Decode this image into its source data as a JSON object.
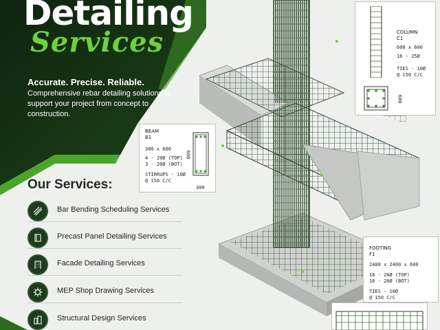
{
  "hero": {
    "title": "Detailing",
    "script_title": "Services",
    "tagline": "Accurate. Precise. Reliable.",
    "description": "Comprehensive rebar detailing solutions to support your project from concept to construction."
  },
  "services": {
    "heading": "Our Services:",
    "items": [
      {
        "label": "Bar Bending Scheduling Services",
        "icon": "rebar-bars-icon"
      },
      {
        "label": "Precast Panel Detailing Services",
        "icon": "precast-panel-icon"
      },
      {
        "label": "Facade Detailing Services",
        "icon": "building-facade-icon"
      },
      {
        "label": "MEP Shop Drawing Services",
        "icon": "gear-icon"
      },
      {
        "label": "Structural Design Services",
        "icon": "structure-icon"
      }
    ]
  },
  "column_card": {
    "title": "COLUMN",
    "id": "C1",
    "size": "600 x 600",
    "bars": "16 - 25Ø",
    "ties": "TIES - 10Ø",
    "spacing": "@ 150 C/C",
    "dim": "600"
  },
  "beam_card": {
    "title": "BEAM",
    "id": "B1",
    "size": "300 x 600",
    "top": "4 - 20Ø (TOP)",
    "bot": "3 - 20Ø (BOT)",
    "stirrups": "STIRRUPS - 10Ø",
    "spacing": "@ 150 C/C",
    "dim_h": "600",
    "dim_w": "300"
  },
  "footing_card": {
    "title": "FOOTING",
    "id": "F1",
    "size": "2400 x 2400 x 600",
    "top": "16 - 20Ø (TOP)",
    "bot": "16 - 20Ø (BOT)",
    "ties": "TIES - 10Ø",
    "spacing": "@ 150 C/C"
  },
  "colors": {
    "dark_green": "#163016",
    "accent_green": "#6fd13a",
    "background": "#eef0ee"
  }
}
